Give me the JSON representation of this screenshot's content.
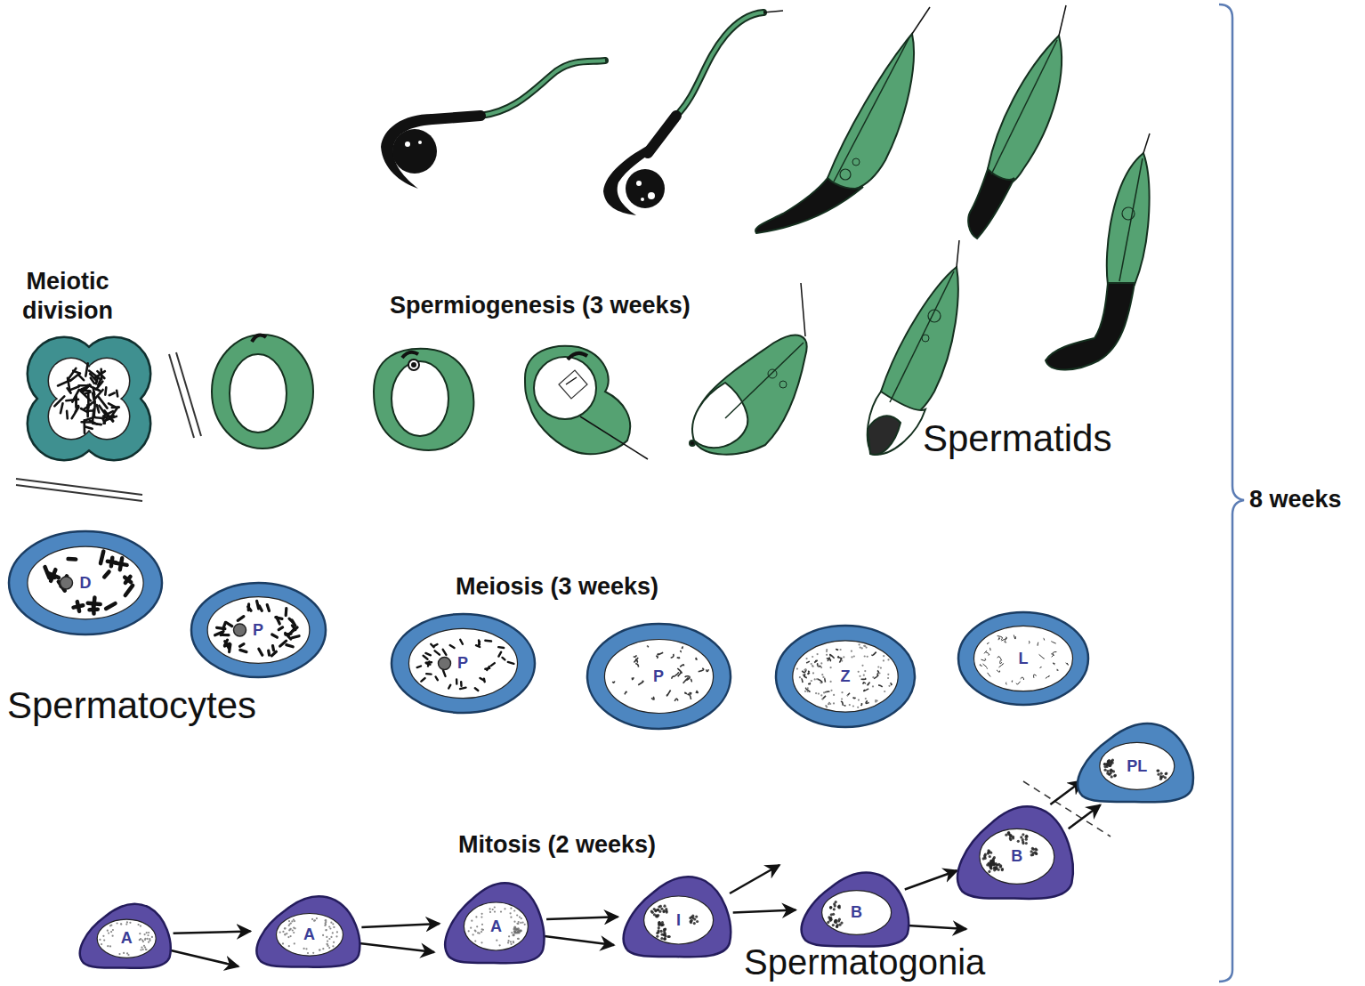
{
  "diagram": {
    "nodes": [
      {
        "text": [
          "D"
        ]
      },
      {
        "text": [
          "P"
        ]
      },
      {
        "text": [
          "P"
        ]
      },
      {
        "text": [
          "P"
        ]
      },
      {
        "text": [
          "Z"
        ]
      },
      {
        "text": [
          "L"
        ]
      },
      {
        "text": [
          "A"
        ]
      },
      {
        "text": [
          "A"
        ]
      },
      {
        "text": [
          "A"
        ]
      },
      {
        "text": [
          "I"
        ]
      },
      {
        "text": [
          "B"
        ]
      },
      {
        "text": [
          "B"
        ]
      },
      {
        "text": [
          "PL"
        ]
      }
    ],
    "edges": [
      {
        "from": 6,
        "to": 7,
        "arrow": "to"
      },
      {
        "from": 7,
        "to": 8,
        "arrow": "to"
      },
      {
        "from": 8,
        "to": 9,
        "arrow": "to"
      },
      {
        "from": 9,
        "to": 10,
        "arrow": "to"
      },
      {
        "from": 10,
        "to": 11,
        "arrow": "to"
      },
      {
        "from": 11,
        "to": 12,
        "arrow": "to"
      },
      {
        "from": 11,
        "to": 12,
        "arrow": "to"
      }
    ],
    "labels": [
      "Meiotic division",
      "Spermiogenesis (3 weeks)",
      "Spermatids",
      "Meiosis (3 weeks)",
      "Spermatocytes",
      "Mitosis (2 weeks)",
      "Spermatogonia",
      "8 weeks"
    ]
  }
}
